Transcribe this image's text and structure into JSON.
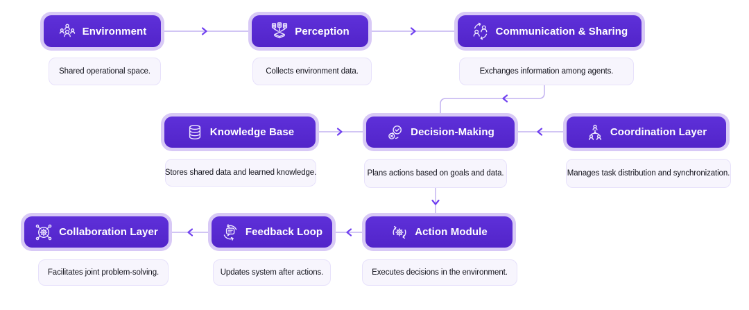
{
  "nodes": [
    {
      "id": "environment",
      "label": "Environment",
      "description": "Shared operational space.",
      "icon": "group-people-icon"
    },
    {
      "id": "perception",
      "label": "Perception",
      "description": "Collects environment data.",
      "icon": "data-collection-icon"
    },
    {
      "id": "communication",
      "label": "Communication & Sharing",
      "description": "Exchanges information among agents.",
      "icon": "people-sync-icon"
    },
    {
      "id": "knowledge_base",
      "label": "Knowledge Base",
      "description": "Stores shared data and learned knowledge.",
      "icon": "database-icon"
    },
    {
      "id": "decision_making",
      "label": "Decision-Making",
      "description": "Plans actions based on goals and data.",
      "icon": "check-cross-cycle-icon"
    },
    {
      "id": "coordination",
      "label": "Coordination Layer",
      "description": "Manages task distribution and synchronization.",
      "icon": "org-chart-people-icon"
    },
    {
      "id": "collaboration",
      "label": "Collaboration Layer",
      "description": "Facilitates joint problem-solving.",
      "icon": "gear-network-icon"
    },
    {
      "id": "feedback",
      "label": "Feedback Loop",
      "description": "Updates system after actions.",
      "icon": "chat-refresh-icon"
    },
    {
      "id": "action",
      "label": "Action Module",
      "description": "Executes decisions in the environment.",
      "icon": "gear-refresh-icon"
    }
  ],
  "edges": [
    {
      "from": "Environment",
      "to": "Perception"
    },
    {
      "from": "Perception",
      "to": "Communication & Sharing"
    },
    {
      "from": "Communication & Sharing",
      "to": "Decision-Making"
    },
    {
      "from": "Knowledge Base",
      "to": "Decision-Making"
    },
    {
      "from": "Coordination Layer",
      "to": "Decision-Making"
    },
    {
      "from": "Decision-Making",
      "to": "Action Module"
    },
    {
      "from": "Action Module",
      "to": "Feedback Loop"
    },
    {
      "from": "Feedback Loop",
      "to": "Collaboration Layer"
    }
  ],
  "colors": {
    "node_fill": "#5628d0",
    "node_halo": "#d8c9f6",
    "node_text": "#ffffff",
    "desc_fill": "#f7f5fd",
    "desc_border": "#e7e1fb",
    "desc_text": "#101019",
    "connector_line": "#c2b2f0",
    "arrowhead": "#7040f0",
    "background": "#ffffff"
  }
}
